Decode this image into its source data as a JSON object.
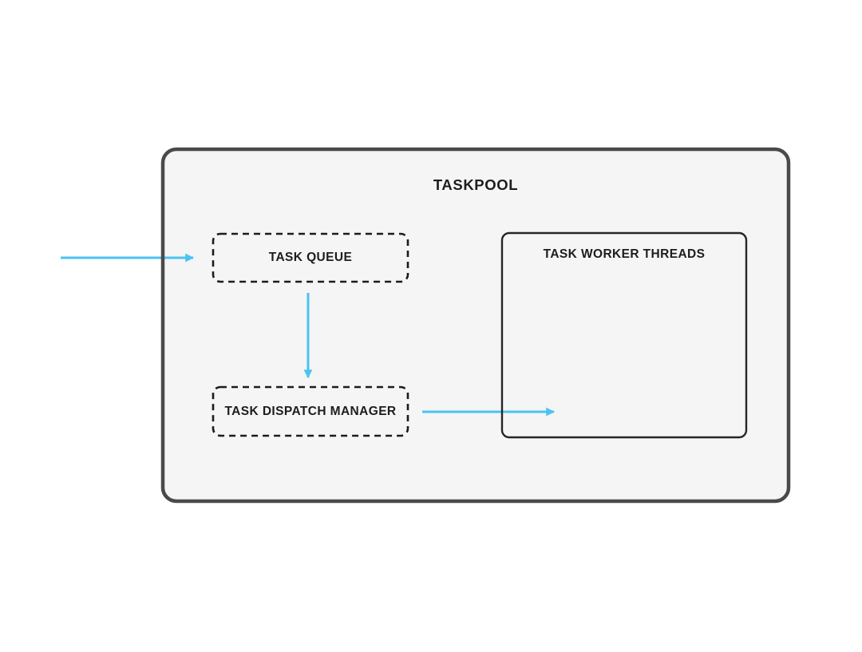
{
  "diagram": {
    "container": {
      "title": "TASKPOOL"
    },
    "nodes": [
      {
        "id": "task-queue",
        "label": "TASK QUEUE",
        "border_style": "dashed"
      },
      {
        "id": "task-dispatch-manager",
        "label": "TASK DISPATCH MANAGER",
        "border_style": "dashed"
      },
      {
        "id": "task-worker-threads",
        "label": "TASK WORKER THREADS",
        "border_style": "solid"
      }
    ],
    "edges": [
      {
        "from": "external",
        "to": "task-queue",
        "direction": "right"
      },
      {
        "from": "task-queue",
        "to": "task-dispatch-manager",
        "direction": "down"
      },
      {
        "from": "task-dispatch-manager",
        "to": "task-worker-threads",
        "direction": "right"
      }
    ],
    "colors": {
      "arrow": "#4ac3f2",
      "container_bg": "#f5f5f5",
      "container_border": "#4a4a4a",
      "node_border": "#1c1c1c",
      "text": "#1d1d1d",
      "page_bg": "#ffffff"
    }
  }
}
